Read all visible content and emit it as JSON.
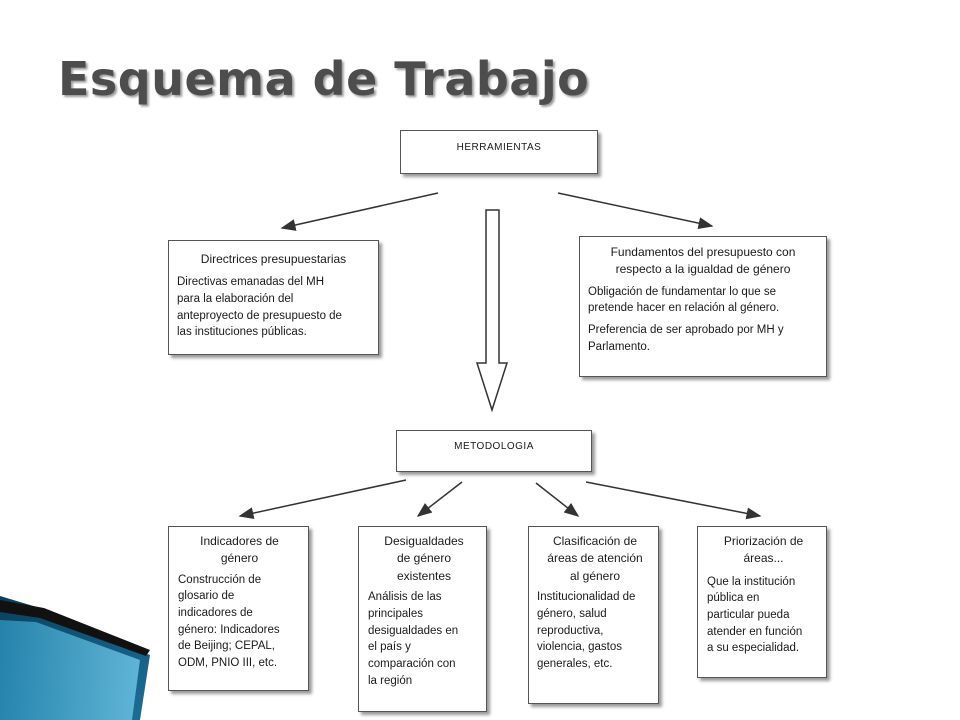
{
  "title": "Esquema de Trabajo",
  "herramientas": {
    "label": "HERRAMIENTAS"
  },
  "directrices": {
    "title": "Directrices presupuestarias",
    "lines": [
      "Directivas emanadas del MH",
      "para la elaboración del",
      "anteproyecto de presupuesto de",
      "las instituciones públicas."
    ]
  },
  "fundamentos": {
    "title_lines": [
      "Fundamentos del presupuesto con",
      "respecto a la igualdad de género"
    ],
    "p1_lines": [
      "Obligación de fundamentar lo que se",
      "pretende hacer en relación al género."
    ],
    "p2_lines": [
      "Preferencia de ser aprobado por MH y",
      "Parlamento."
    ]
  },
  "metodologia": {
    "label": "METODOLOGIA"
  },
  "indicadores": {
    "title_lines": [
      "Indicadores de",
      "género"
    ],
    "body_lines": [
      "Construcción de",
      "glosario de",
      "indicadores de",
      "género: Indicadores",
      "de Beijing; CEPAL,",
      "ODM, PNIO III, etc."
    ]
  },
  "desigualdades": {
    "title_lines": [
      "Desigualdades",
      "de género",
      "existentes"
    ],
    "body_lines": [
      "Análisis de las",
      "principales",
      "desigualdades en",
      "el país y",
      "comparación con",
      "la región"
    ]
  },
  "clasificacion": {
    "title_lines": [
      "Clasificación de",
      "áreas de atención",
      "al género"
    ],
    "body_lines": [
      "Institucionalidad de",
      "género, salud",
      "reproductiva,",
      "violencia, gastos",
      "generales, etc."
    ]
  },
  "priorizacion": {
    "title_lines": [
      "Priorización de",
      "áreas..."
    ],
    "body_lines": [
      "Que la institución",
      "pública en",
      "particular pueda",
      "atender en función",
      "a su especialidad."
    ]
  },
  "colors": {
    "title": "#4d4d4d",
    "border": "#555555",
    "accent_dark": "#0b3f5c",
    "accent_light": "#3fa3c9"
  }
}
